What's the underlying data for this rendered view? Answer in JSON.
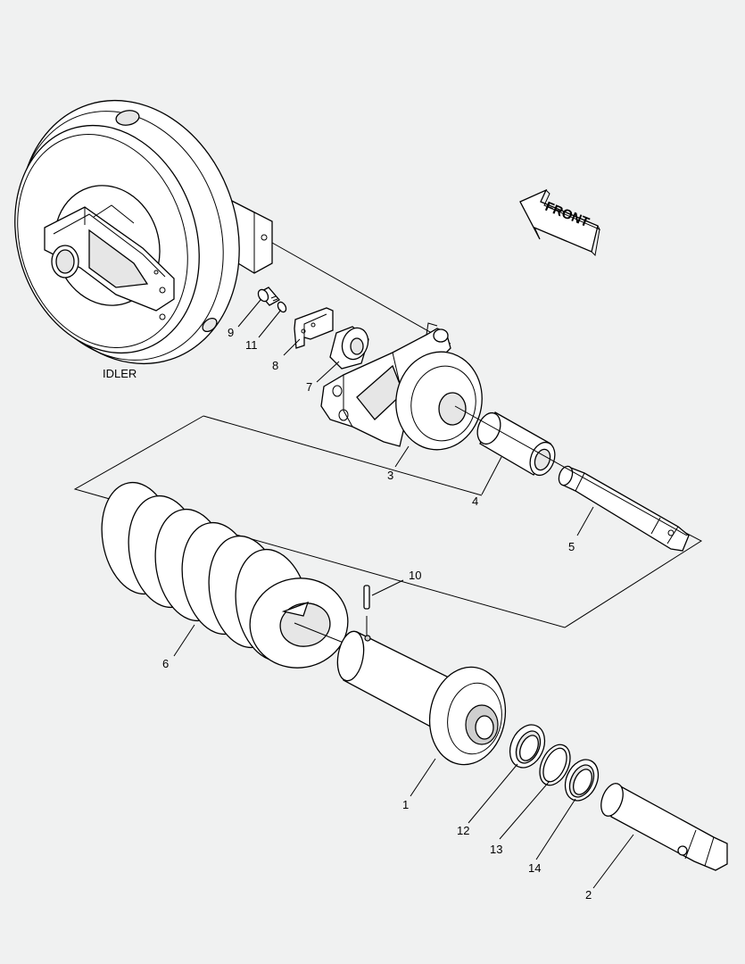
{
  "labels": {
    "idler": "IDLER",
    "front": "FRONT",
    "p1": "1",
    "p2": "2",
    "p3": "3",
    "p4": "4",
    "p5": "5",
    "p6": "6",
    "p7": "7",
    "p8": "8",
    "p9": "9",
    "p10": "10",
    "p11": "11",
    "p12": "12",
    "p13": "13",
    "p14": "14"
  }
}
